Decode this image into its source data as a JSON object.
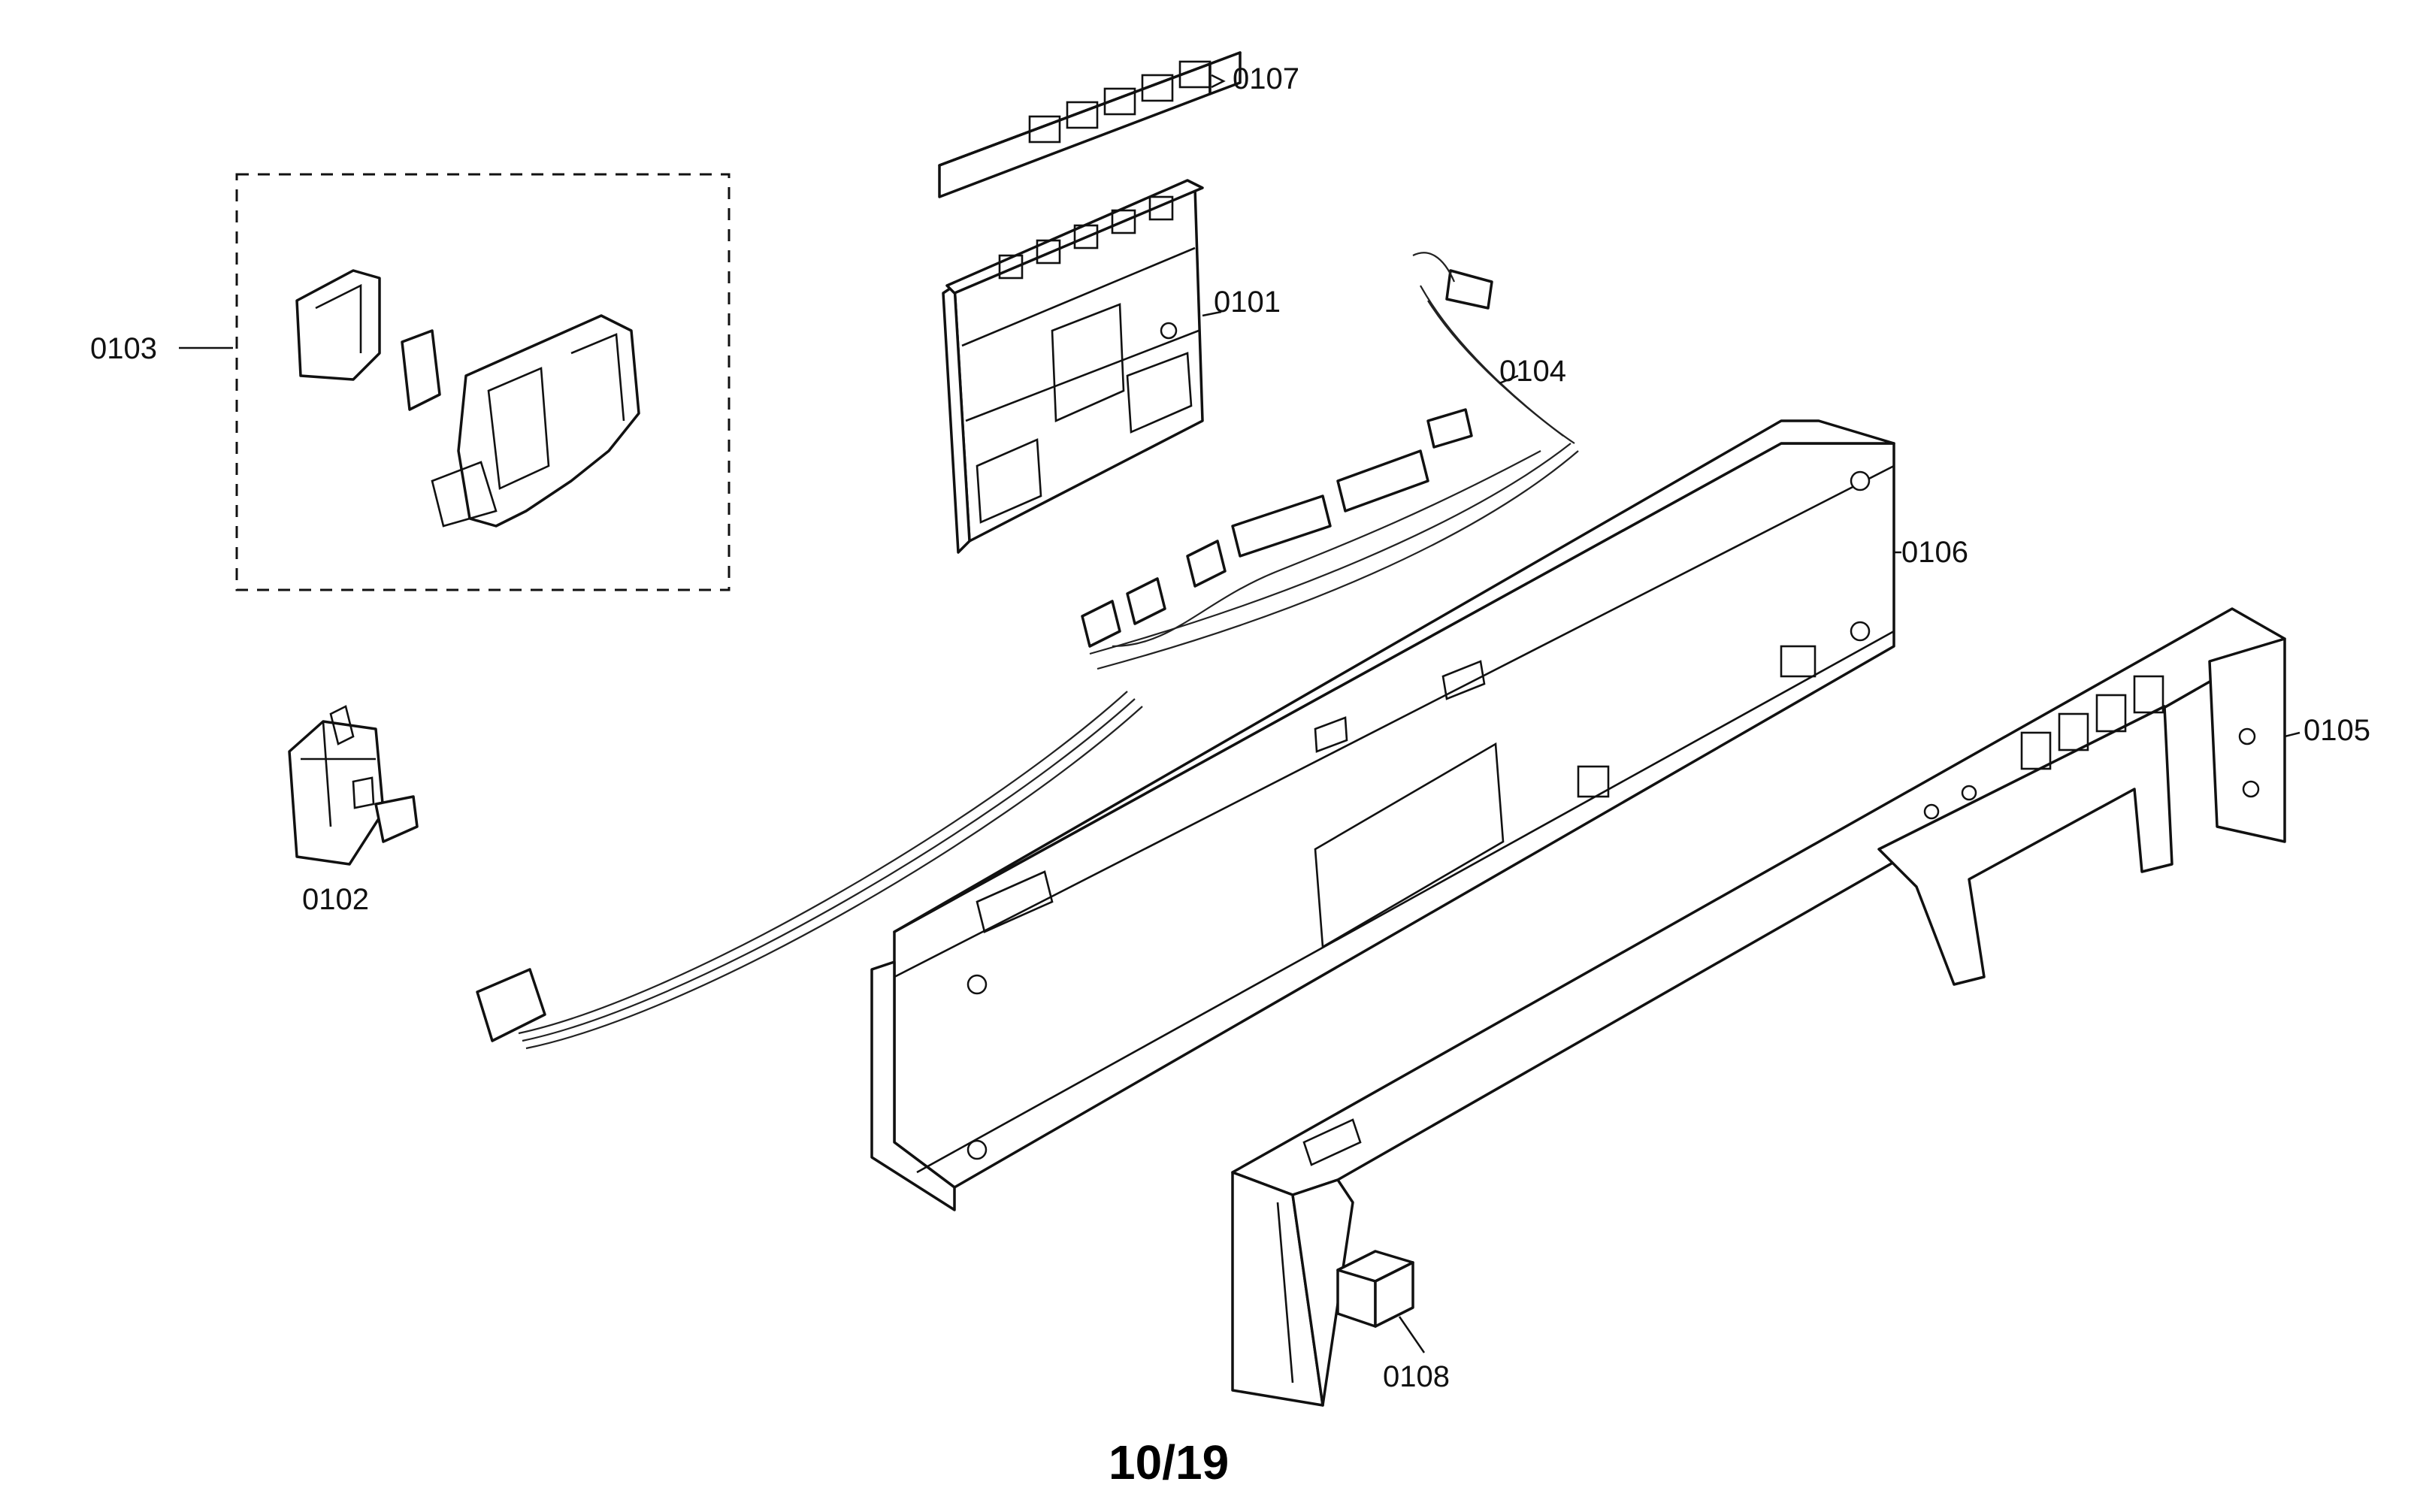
{
  "diagram": {
    "page_number": "10/19",
    "callouts": [
      {
        "id": "0101",
        "label": "0101"
      },
      {
        "id": "0102",
        "label": "0102"
      },
      {
        "id": "0103",
        "label": "0103"
      },
      {
        "id": "0104",
        "label": "0104"
      },
      {
        "id": "0105",
        "label": "0105"
      },
      {
        "id": "0106",
        "label": "0106"
      },
      {
        "id": "0107",
        "label": "0107"
      },
      {
        "id": "0108",
        "label": "0108"
      }
    ]
  }
}
